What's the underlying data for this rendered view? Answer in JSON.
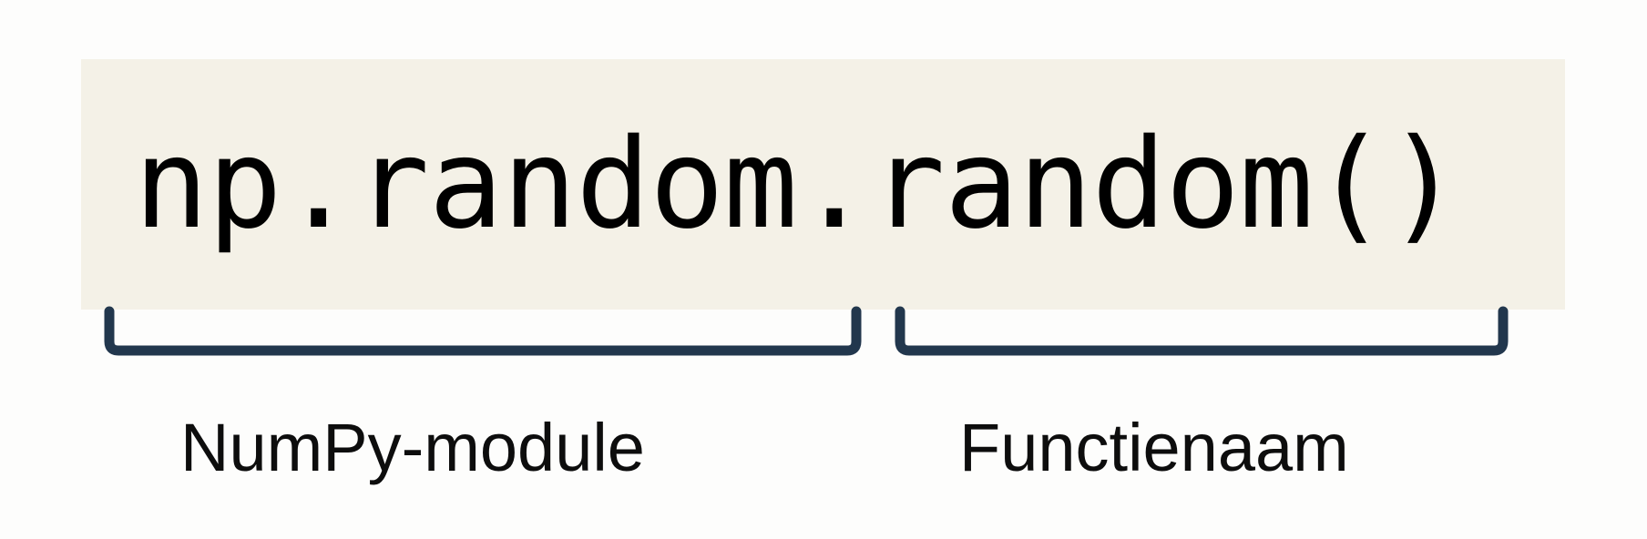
{
  "diagram": {
    "title_code": "np.random.random()",
    "background_color": "#fdfdfc",
    "highlight_color": "#f4f1e7",
    "bracket_color": "#22374d",
    "code_color": "#000000",
    "label_color": "#0d0d0d",
    "code": {
      "full_text": "np.random.random()",
      "module_part": "np.random",
      "function_part": ".random()"
    },
    "annotations": [
      {
        "id": "module",
        "label": "NumPy-module",
        "bracket_name": "bracket-module",
        "covers": "np.random"
      },
      {
        "id": "function",
        "label": "Functienaam",
        "bracket_name": "bracket-function",
        "covers": "random()"
      }
    ]
  }
}
